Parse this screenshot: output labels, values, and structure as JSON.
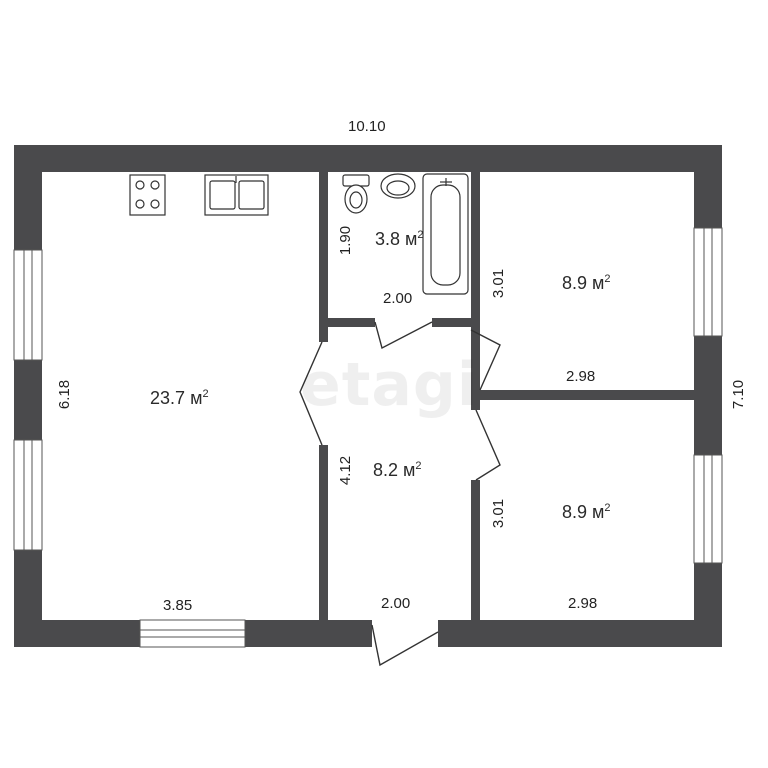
{
  "watermark": "etagi",
  "overall": {
    "width": "10.10",
    "height": "7.10"
  },
  "rooms": [
    {
      "id": "living",
      "area": "23.7",
      "unit": "м",
      "sup": "2"
    },
    {
      "id": "bathroom",
      "area": "3.8",
      "unit": "м",
      "sup": "2"
    },
    {
      "id": "bedroom-top",
      "area": "8.9",
      "unit": "м",
      "sup": "2"
    },
    {
      "id": "hall",
      "area": "8.2",
      "unit": "м",
      "sup": "2"
    },
    {
      "id": "bedroom-bottom",
      "area": "8.9",
      "unit": "м",
      "sup": "2"
    }
  ],
  "dimensions": {
    "living_height": "6.18",
    "living_width": "3.85",
    "bath_height": "1.90",
    "bath_width": "2.00",
    "hall_height": "4.12",
    "hall_width": "2.00",
    "bed_top_height": "3.01",
    "bed_top_width": "2.98",
    "bed_bottom_height": "3.01",
    "bed_bottom_width": "2.98"
  },
  "colors": {
    "wall": "#4a4a4c",
    "window": "#ffffff",
    "line": "#333333"
  }
}
